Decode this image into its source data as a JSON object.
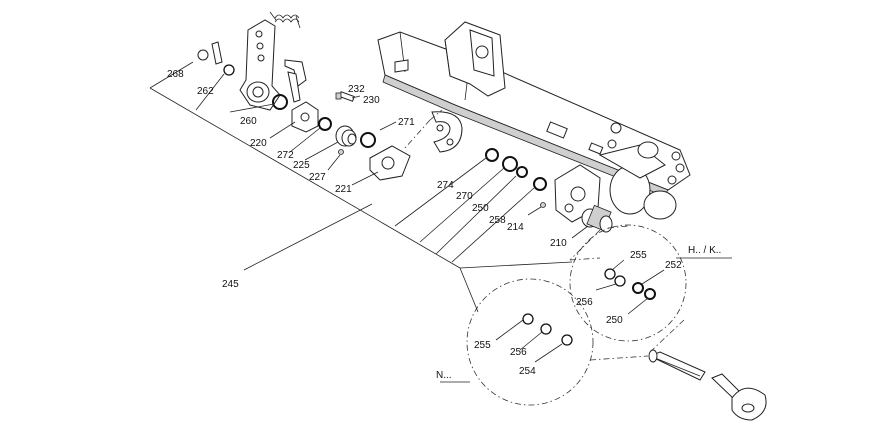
{
  "callouts": [
    {
      "id": "c268",
      "text": "268"
    },
    {
      "id": "c262",
      "text": "262"
    },
    {
      "id": "c260",
      "text": "260"
    },
    {
      "id": "c220",
      "text": "220"
    },
    {
      "id": "c272",
      "text": "272"
    },
    {
      "id": "c225",
      "text": "225"
    },
    {
      "id": "c227",
      "text": "227"
    },
    {
      "id": "c221",
      "text": "221"
    },
    {
      "id": "c232",
      "text": "232"
    },
    {
      "id": "c230",
      "text": "230"
    },
    {
      "id": "c271",
      "text": "271"
    },
    {
      "id": "c274",
      "text": "274"
    },
    {
      "id": "c270",
      "text": "270"
    },
    {
      "id": "c250a",
      "text": "250"
    },
    {
      "id": "c258",
      "text": "258"
    },
    {
      "id": "c214",
      "text": "214"
    },
    {
      "id": "c210",
      "text": "210"
    },
    {
      "id": "c245",
      "text": "245"
    },
    {
      "id": "c255a",
      "text": "255"
    },
    {
      "id": "c252",
      "text": "252"
    },
    {
      "id": "c256a",
      "text": "256"
    },
    {
      "id": "c250b",
      "text": "250"
    },
    {
      "id": "c255b",
      "text": "255"
    },
    {
      "id": "c256b",
      "text": "256"
    },
    {
      "id": "c254",
      "text": "254"
    }
  ],
  "variants": {
    "hk": "H.. / K..",
    "n": "N..."
  }
}
